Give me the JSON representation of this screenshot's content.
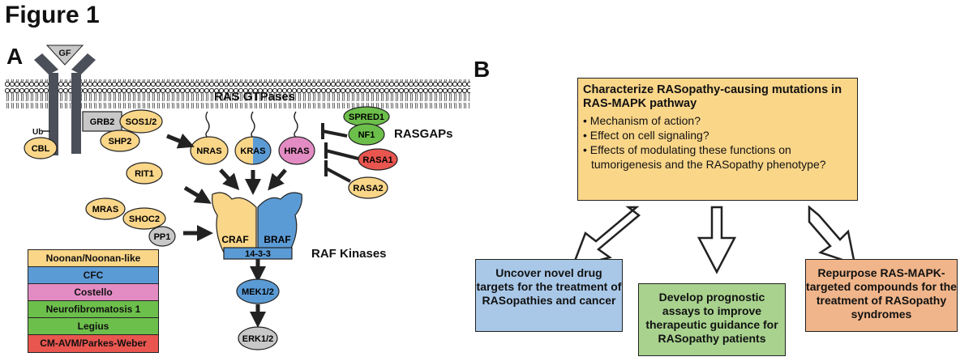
{
  "figure_title": "Figure 1",
  "panel_a": {
    "letter": "A",
    "labels": {
      "gf": "GF",
      "ub": "Ub",
      "ras_gtpases": "RAS GTPases",
      "rasgaps": "RASGAPs",
      "raf_kinases": "RAF Kinases"
    },
    "proteins": {
      "grb2": "GRB2",
      "sos": "SOS1/2",
      "shp2": "SHP2",
      "cbl": "CBL",
      "rit1": "RIT1",
      "mras": "MRAS",
      "shoc2": "SHOC2",
      "pp1": "PP1",
      "nras": "NRAS",
      "kras": "KRAS",
      "hras": "HRAS",
      "spred1": "SPRED1",
      "nf1": "NF1",
      "rasa1": "RASA1",
      "rasa2": "RASA2",
      "craf": "CRAF",
      "braf": "BRAF",
      "p1433": "14-3-3",
      "mek": "MEK1/2",
      "erk": "ERK1/2"
    },
    "legend": [
      {
        "label": "Noonan/Noonan-like",
        "color": "#fad689"
      },
      {
        "label": "CFC",
        "color": "#5b9bd5"
      },
      {
        "label": "Costello",
        "color": "#e38cc3"
      },
      {
        "label": "Neurofibromatosis 1",
        "color": "#6dbf4b"
      },
      {
        "label": "Legius",
        "color": "#6dbf4b"
      },
      {
        "label": "CM-AVM/Parkes-Weber",
        "color": "#e8564f"
      }
    ]
  },
  "panel_b": {
    "letter": "B",
    "main": {
      "header": "Characterize RASopathy-causing mutations in RAS-MAPK pathway",
      "bullets": [
        "Mechanism of action?",
        "Effect on cell signaling?",
        "Effects of modulating these functions on tumorigenesis and the RASopathy phenotype?"
      ]
    },
    "outcomes": [
      "Uncover novel drug targets for the treatment of RASopathies and cancer",
      "Develop prognostic assays to improve therapeutic guidance for RASopathy patients",
      "Repurpose RAS-MAPK-targeted compounds for the treatment of RASopathy syndromes"
    ]
  },
  "colors": {
    "noonan": "#fad689",
    "cfc": "#5b9bd5",
    "costello": "#e38cc3",
    "nf1": "#6dbf4b",
    "red": "#e8564f",
    "grey": "#c8c8c8",
    "receptor": "#4a4f59"
  }
}
